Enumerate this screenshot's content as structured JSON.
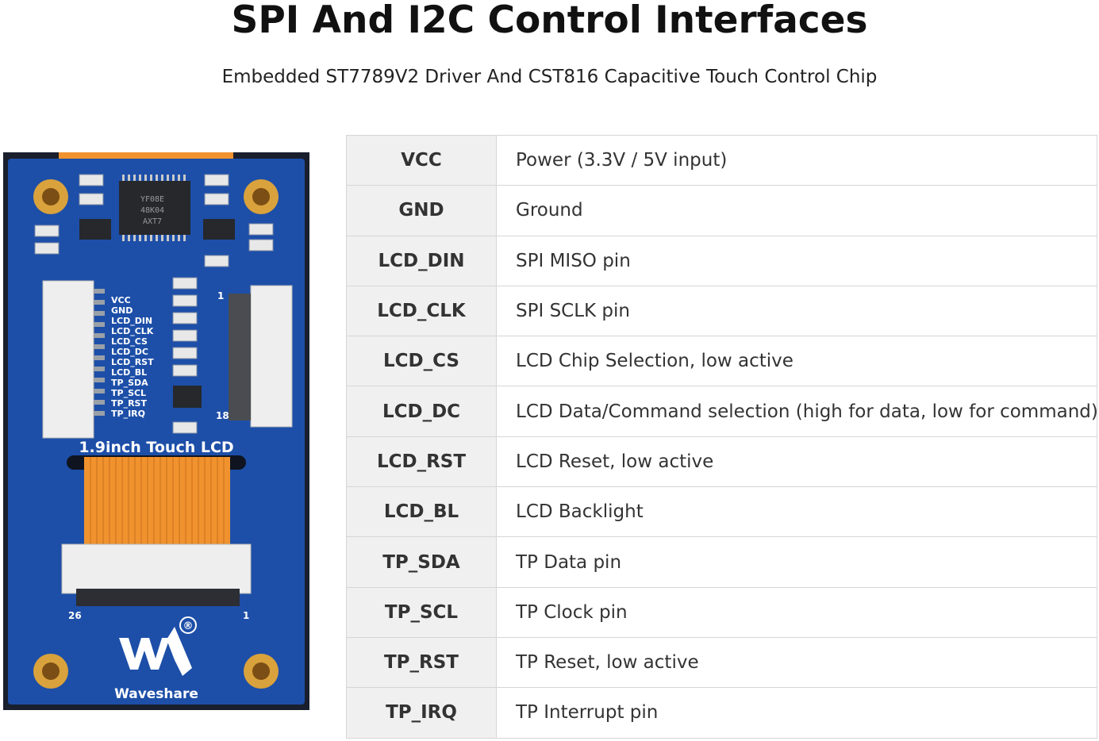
{
  "title": "SPI And I2C Control Interfaces",
  "subtitle": "Embedded ST7789V2 Driver And CST816 Capacitive Touch Control Chip",
  "board": {
    "product_label": "1.9inch Touch LCD",
    "brand": "Waveshare",
    "registered_mark": "®",
    "header_pins": [
      "VCC",
      "GND",
      "LCD_DIN",
      "LCD_CLK",
      "LCD_CS",
      "LCD_DC",
      "LCD_RST",
      "LCD_BL",
      "TP_SDA",
      "TP_SCL",
      "TP_RST",
      "TP_IRQ"
    ],
    "pin_first": "1",
    "pin_last": "18",
    "fpc_left": "26",
    "fpc_right": "1",
    "chip_marking": [
      "YF08E",
      "48K04",
      "AXT7"
    ],
    "colors": {
      "pcb": "#1d4fa8",
      "fpc": "#f0922e",
      "pad": "#d9a23c"
    }
  },
  "pins": [
    {
      "name": "VCC",
      "desc": "Power (3.3V / 5V input)"
    },
    {
      "name": "GND",
      "desc": "Ground"
    },
    {
      "name": "LCD_DIN",
      "desc": "SPI MISO pin"
    },
    {
      "name": "LCD_CLK",
      "desc": "SPI SCLK pin"
    },
    {
      "name": "LCD_CS",
      "desc": "LCD Chip Selection, low active"
    },
    {
      "name": "LCD_DC",
      "desc": "LCD Data/Command selection (high for data, low for command)"
    },
    {
      "name": "LCD_RST",
      "desc": "LCD Reset, low active"
    },
    {
      "name": "LCD_BL",
      "desc": "LCD Backlight"
    },
    {
      "name": "TP_SDA",
      "desc": "TP Data pin"
    },
    {
      "name": "TP_SCL",
      "desc": "TP Clock pin"
    },
    {
      "name": "TP_RST",
      "desc": "TP Reset, low active"
    },
    {
      "name": "TP_IRQ",
      "desc": "TP Interrupt pin"
    }
  ]
}
